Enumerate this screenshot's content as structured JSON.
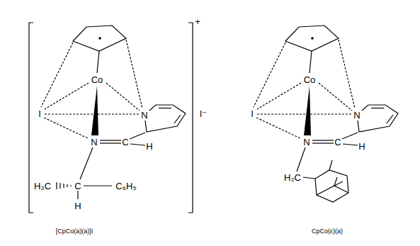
{
  "diagram": {
    "labels": [
      "+",
      "I⁻",
      "Co",
      "I",
      "N",
      "N",
      "C",
      "H",
      "H₃C",
      "C",
      "C₆H₅",
      "H",
      "[CpCo(a)(a)]I",
      "Co",
      "I",
      "N",
      "N",
      "C",
      "H",
      "H₂C",
      "CpCo(ε)(a)"
    ]
  }
}
